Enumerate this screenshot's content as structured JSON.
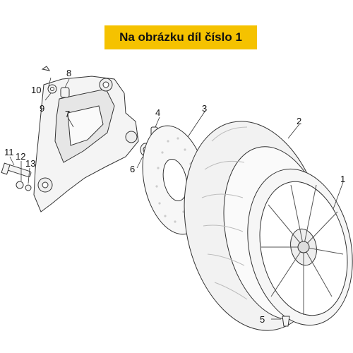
{
  "banner": {
    "text": "Na obrázku díl číslo 1"
  },
  "callouts": {
    "c1": "1",
    "c2": "2",
    "c3": "3",
    "c4": "4",
    "c5": "5",
    "c6": "6",
    "c7": "7",
    "c8": "8",
    "c9": "9",
    "c10": "10",
    "c11": "11",
    "c12": "12",
    "c13": "13"
  },
  "colors": {
    "banner_bg": "#f5c200",
    "line": "#333333",
    "part_fill": "#f2f2f2"
  }
}
